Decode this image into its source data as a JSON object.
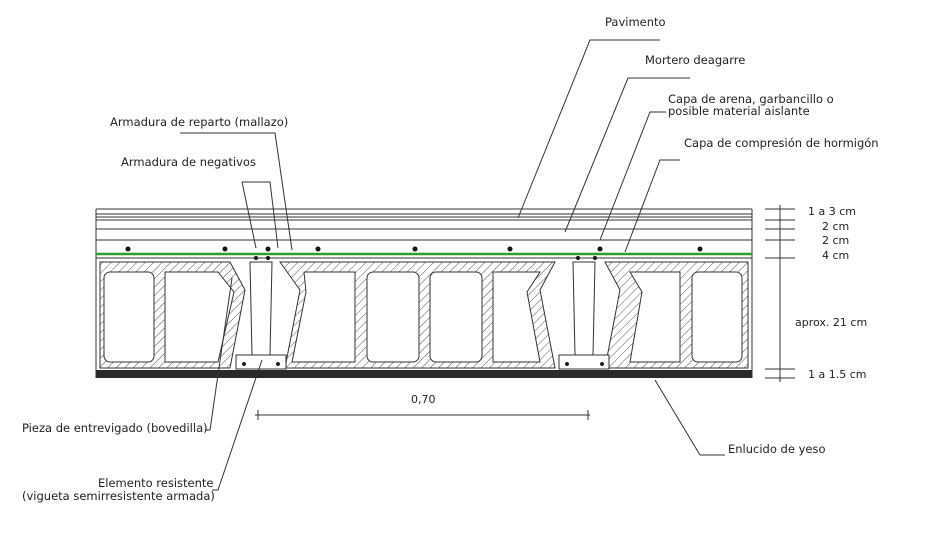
{
  "labels": {
    "pavimento": "Pavimento",
    "mortero": "Mortero deagarre",
    "capa_arena_1": "Capa de arena, garbancillo o",
    "capa_arena_2": "posible material aislante",
    "capa_compresion": "Capa de compresión de hormigón",
    "armadura_reparto": "Armadura de reparto (mallazo)",
    "armadura_negativos": "Armadura de negativos",
    "pieza_entrevigado": "Pieza de entrevigado (bovedilla)",
    "elemento_resistente_1": "Elemento resistente",
    "elemento_resistente_2": "(vigueta semirresistente armada)",
    "enlucido": "Enlucido de yeso"
  },
  "dimensions": {
    "d1": "1 a 3 cm",
    "d2": "2 cm",
    "d3": "2 cm",
    "d4": "4 cm",
    "d5": "aprox. 21 cm",
    "d6": "1 a 1.5 cm",
    "span": "0,70"
  },
  "colors": {
    "line": "#333333",
    "mesh": "#2e9e2e",
    "plaster": "#2a2a2a"
  }
}
